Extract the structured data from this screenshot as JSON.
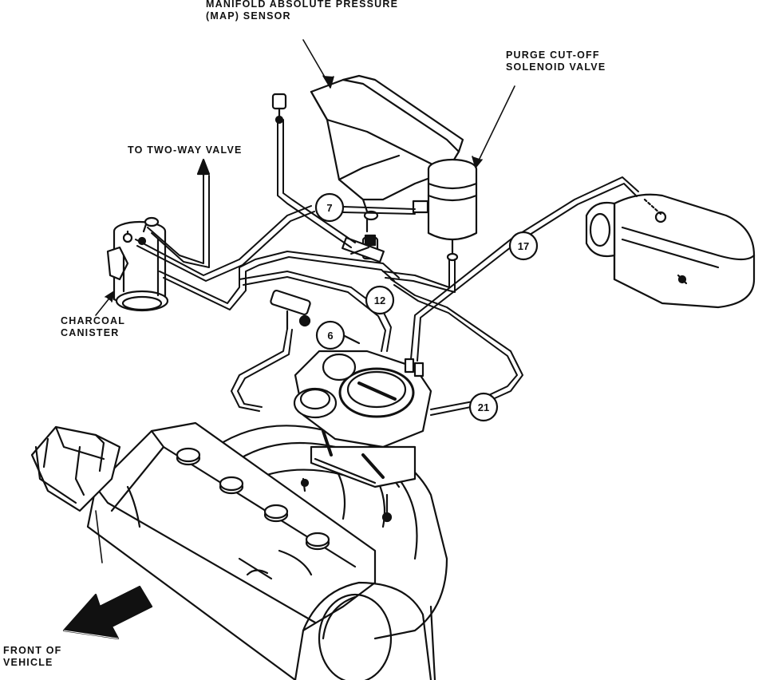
{
  "labels": {
    "map_sensor_line1": "MANIFOLD ABSOLUTE PRESSURE",
    "map_sensor_line2": "(MAP) SENSOR",
    "purge_line1": "PURGE CUT-OFF",
    "purge_line2": "SOLENOID VALVE",
    "two_way_valve": "TO TWO-WAY VALVE",
    "charcoal_line1": "CHARCOAL",
    "charcoal_line2": "CANISTER",
    "front_line1": "FRONT OF",
    "front_line2": "VEHICLE"
  },
  "hose_numbers": {
    "h7": "7",
    "h12": "12",
    "h6": "6",
    "h17": "17",
    "h21": "21"
  },
  "colors": {
    "ink": "#111111",
    "paper": "#ffffff"
  }
}
